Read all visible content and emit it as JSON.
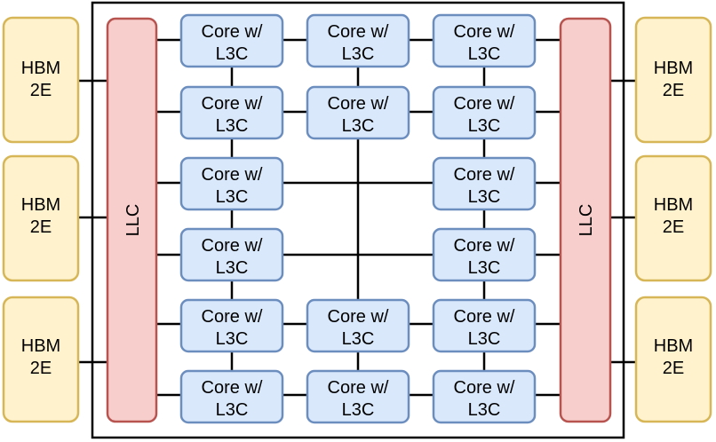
{
  "colors": {
    "hbm_fill": "#fff2cc",
    "hbm_stroke": "#d6b656",
    "llc_fill": "#f8cecc",
    "llc_stroke": "#b85450",
    "core_fill": "#dae8fc",
    "core_stroke": "#6c8ebf",
    "wire": "#000000"
  },
  "hbm": [
    {
      "line1": "HBM",
      "line2": "2E"
    },
    {
      "line1": "HBM",
      "line2": "2E"
    },
    {
      "line1": "HBM",
      "line2": "2E"
    },
    {
      "line1": "HBM",
      "line2": "2E"
    },
    {
      "line1": "HBM",
      "line2": "2E"
    },
    {
      "line1": "HBM",
      "line2": "2E"
    }
  ],
  "llc": [
    {
      "label": "LLC"
    },
    {
      "label": "LLC"
    }
  ],
  "cores": [
    {
      "line1": "Core w/",
      "line2": "L3C"
    },
    {
      "line1": "Core w/",
      "line2": "L3C"
    },
    {
      "line1": "Core w/",
      "line2": "L3C"
    },
    {
      "line1": "Core w/",
      "line2": "L3C"
    },
    {
      "line1": "Core w/",
      "line2": "L3C"
    },
    {
      "line1": "Core w/",
      "line2": "L3C"
    },
    {
      "line1": "Core w/",
      "line2": "L3C"
    },
    {
      "line1": "Core w/",
      "line2": "L3C"
    },
    {
      "line1": "Core w/",
      "line2": "L3C"
    },
    {
      "line1": "Core w/",
      "line2": "L3C"
    },
    {
      "line1": "Core w/",
      "line2": "L3C"
    },
    {
      "line1": "Core w/",
      "line2": "L3C"
    },
    {
      "line1": "Core w/",
      "line2": "L3C"
    },
    {
      "line1": "Core w/",
      "line2": "L3C"
    },
    {
      "line1": "Core w/",
      "line2": "L3C"
    },
    {
      "line1": "Core w/",
      "line2": "L3C"
    }
  ]
}
